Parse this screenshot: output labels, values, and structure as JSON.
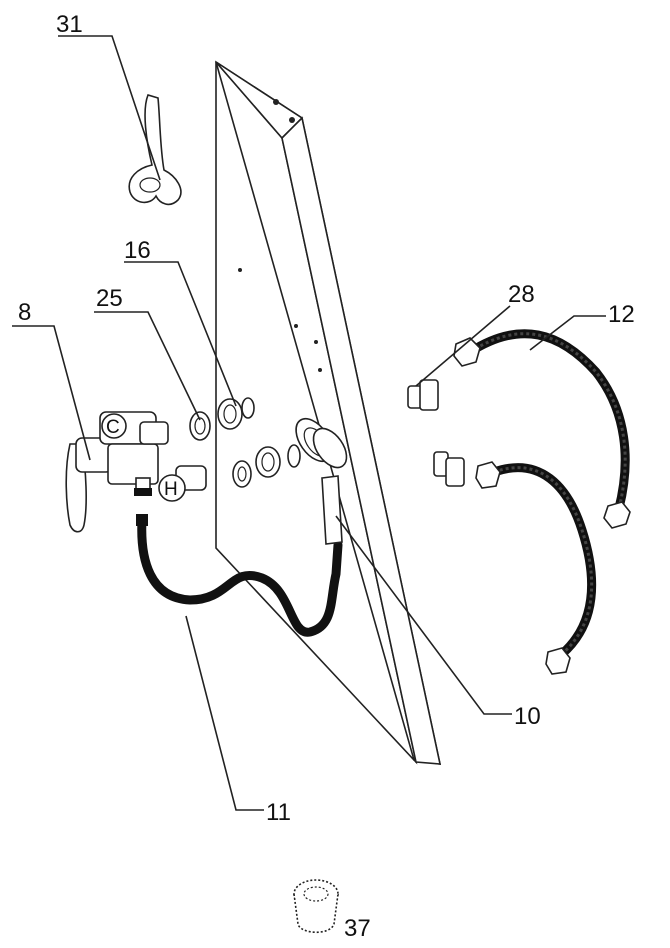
{
  "callouts": {
    "c31": "31",
    "c16": "16",
    "c25": "25",
    "c8": "8",
    "c28": "28",
    "c12": "12",
    "c10": "10",
    "c11": "11",
    "c37": "37"
  },
  "mixer_marks": {
    "cold": "C",
    "hot": "H"
  }
}
